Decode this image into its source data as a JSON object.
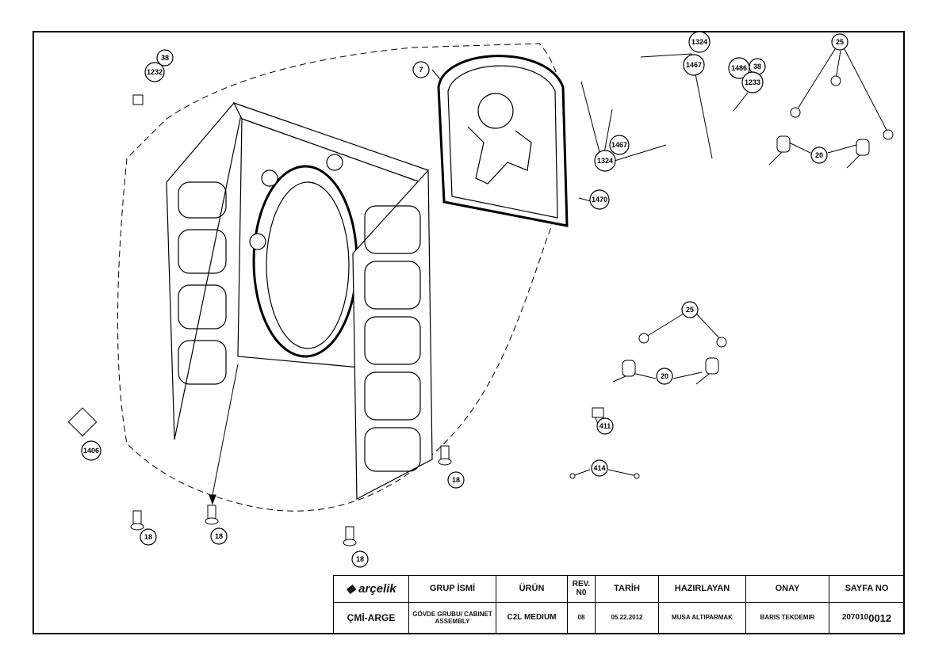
{
  "callouts": [
    "38",
    "1232",
    "7",
    "1324",
    "1467",
    "1486",
    "38",
    "1233",
    "25",
    "1467",
    "1324",
    "20",
    "1470",
    "25",
    "20",
    "411",
    "414",
    "18",
    "1406",
    "18",
    "18",
    "18"
  ],
  "title_block": {
    "logo": "arçelik",
    "headers": [
      "GRUP İSMİ",
      "ÜRÜN",
      "REV. N0",
      "TARİH",
      "HAZIRLAYAN",
      "ONAY",
      "SAYFA NO"
    ],
    "department": "ÇMİ-ARGE",
    "group_name": "GÖVDE GRUBU/ CABINET ASSEMBLY",
    "product": "C2L MEDIUM",
    "rev_no": "08",
    "date": "05.22.2012",
    "prepared_by": "MUSA ALTIPARMAK",
    "approved_by": "BARIS TEKDEMIR",
    "page_no_prefix": "207010",
    "page_no_suffix": "0012"
  }
}
